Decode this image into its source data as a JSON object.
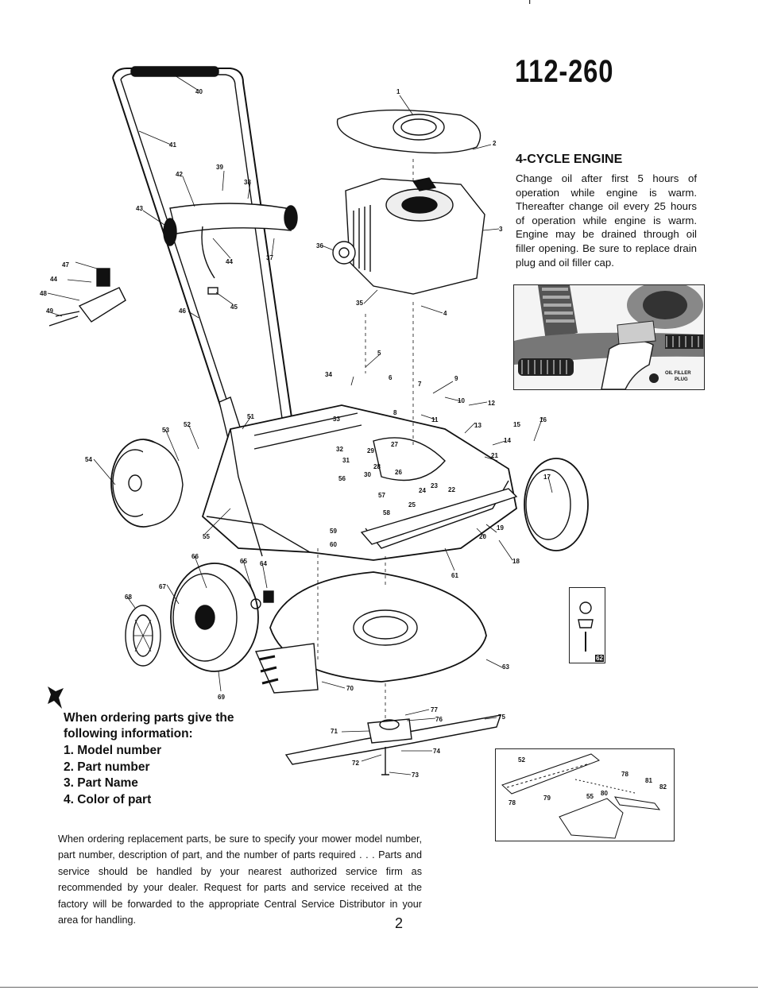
{
  "page": {
    "top_mark": "I",
    "model_number": "112-260",
    "engine": {
      "title": "4-CYCLE ENGINE",
      "text": "Change oil after first 5 hours of operation while engine is warm. Thereafter change oil every 25 hours of operation while engine is warm. Engine may be drained through oil filler opening. Be sure to replace drain plug and oil filler cap.",
      "photo_label_1": "OIL FILLER",
      "photo_label_2": "PLUG"
    },
    "ordering": {
      "heading": "When ordering parts give the following information:",
      "items": [
        "1. Model number",
        "2. Part number",
        "3. Part Name",
        "4. Color of part"
      ]
    },
    "bottom_text": "When ordering replacement parts, be sure to specify your mower model number, part number, description of part, and the number of parts required . . . Parts and service should be handled by your nearest authorized service firm as recommended by your dealer. Request for parts and service received at the factory will be forwarded to the appropriate Central Service Distributor in your area for handling.",
    "page_number": "2"
  },
  "part_labels": {
    "p1": "1",
    "p2": "2",
    "p3": "3",
    "p4": "4",
    "p5": "5",
    "p6": "6",
    "p7": "7",
    "p8": "8",
    "p9": "9",
    "p10": "10",
    "p11": "11",
    "p12": "12",
    "p13": "13",
    "p14": "14",
    "p15": "15",
    "p16": "16",
    "p17": "17",
    "p18": "18",
    "p19": "19",
    "p20": "20",
    "p21": "21",
    "p22": "22",
    "p23": "23",
    "p24": "24",
    "p25": "25",
    "p26": "26",
    "p27": "27",
    "p28": "28",
    "p29": "29",
    "p30": "30",
    "p31": "31",
    "p32": "32",
    "p33": "33",
    "p34": "34",
    "p35": "35",
    "p36": "36",
    "p37": "37",
    "p38": "38",
    "p39": "39",
    "p40": "40",
    "p41": "41",
    "p42": "42",
    "p43": "43",
    "p44": "44",
    "p45": "45",
    "p46": "46",
    "p47": "47",
    "p48": "48",
    "p49": "49",
    "p51": "51",
    "p52": "52",
    "p53": "53",
    "p54": "54",
    "p55": "55",
    "p56": "56",
    "p57": "57",
    "p58": "58",
    "p59": "59",
    "p60": "60",
    "p61": "61",
    "p62": "62",
    "p63": "63",
    "p64": "64",
    "p65": "65",
    "p66": "66",
    "p67": "67",
    "p68": "68",
    "p69": "69",
    "p70": "70",
    "p71": "71",
    "p72": "72",
    "p73": "73",
    "p74": "74",
    "p75": "75",
    "p76": "76",
    "p77": "77",
    "p78": "78",
    "p79": "79",
    "p80": "80",
    "p81": "81",
    "p82": "82"
  }
}
